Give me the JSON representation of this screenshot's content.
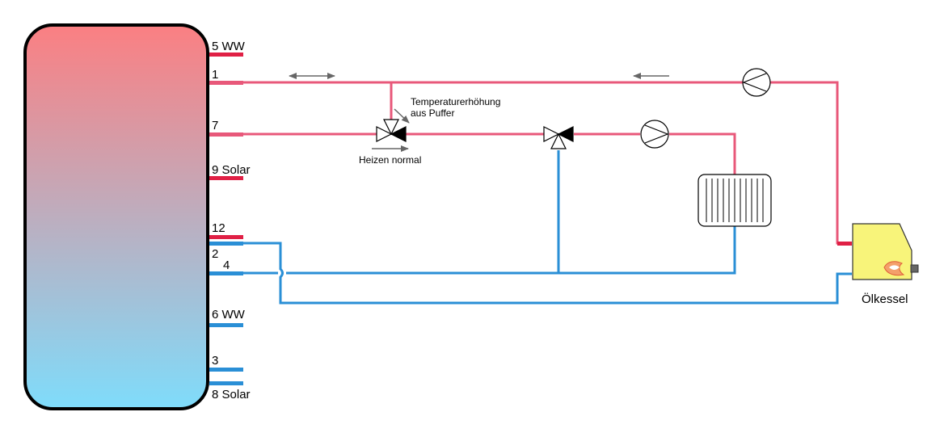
{
  "colors": {
    "hot": "#e8587a",
    "hot_port": "#e02045",
    "cold": "#2a8fd6",
    "tank_top": "#fb7f82",
    "tank_bottom": "#7fdcfb",
    "boiler": "#f8f47a"
  },
  "ports": {
    "p5": "5 WW",
    "p1": "1",
    "p7": "7",
    "p9": "9 Solar",
    "p12": "12",
    "p2": "2",
    "p4": "4",
    "p6": "6 WW",
    "p3": "3",
    "p8": "8 Solar"
  },
  "notes": {
    "temp_line1": "Temperaturerhöhung",
    "temp_line2": "aus Puffer",
    "heizen": "Heizen normal"
  },
  "boiler": {
    "label": "Ölkessel"
  },
  "icons": {
    "valve": "three-way-valve-icon",
    "pump": "pump-icon",
    "radiator": "radiator-icon",
    "boiler": "oil-boiler-icon"
  }
}
